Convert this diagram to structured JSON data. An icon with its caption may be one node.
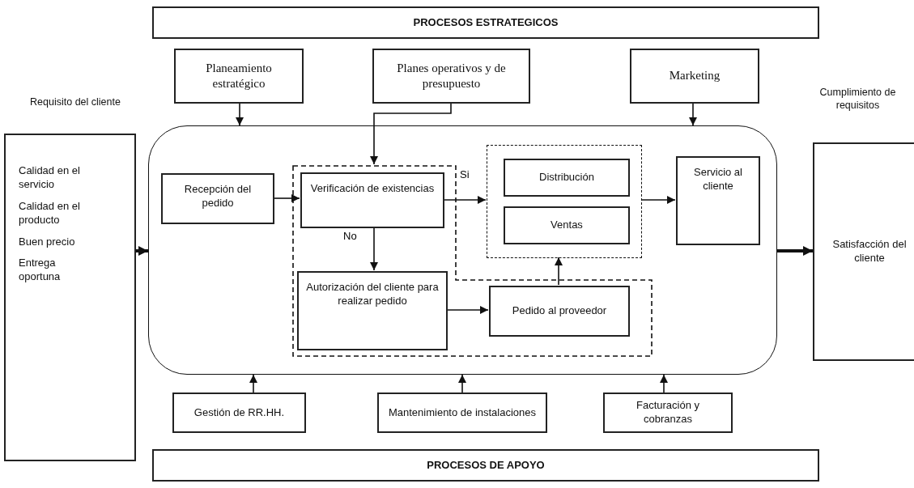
{
  "diagram": {
    "nodes": [
      {
        "text": [
          "PROCESOS ESTRATEGICOS"
        ]
      },
      {
        "text": [
          "Planeamiento estratégico"
        ]
      },
      {
        "text": [
          "Planes operativos y de presupuesto"
        ]
      },
      {
        "text": [
          "Marketing"
        ]
      },
      {
        "text": [
          "Calidad en el servicio",
          "Calidad en el producto",
          "Buen precio",
          "Entrega oportuna"
        ]
      },
      {
        "text": [],
        "shape": "box"
      },
      {
        "text": [
          "Recepción del pedido"
        ],
        "in": 5
      },
      {
        "text": [],
        "shape": "box",
        "in": 5
      },
      {
        "text": [
          "Verificación de existencias"
        ],
        "in": 7
      },
      {
        "text": [
          "Autorización del cliente para realizar pedido"
        ],
        "in": 7
      },
      {
        "text": [
          "Pedido al proveedor"
        ],
        "in": 7
      },
      {
        "text": [],
        "shape": "box",
        "in": 5
      },
      {
        "text": [
          "Distribución"
        ],
        "in": 11
      },
      {
        "text": [
          "Ventas"
        ],
        "in": 11
      },
      {
        "text": [
          "Servicio al cliente"
        ],
        "in": 5
      },
      {
        "text": [
          "Satisfacción del cliente"
        ]
      },
      {
        "text": [
          "Gestión de RR.HH."
        ]
      },
      {
        "text": [
          "Mantenimiento de instalaciones"
        ]
      },
      {
        "text": [
          "Facturación y cobranzas"
        ]
      },
      {
        "text": [
          "PROCESOS DE APOYO"
        ]
      }
    ],
    "edges": [
      {
        "from": 1,
        "to": 5,
        "arrow": "to"
      },
      {
        "from": 2,
        "to": 7,
        "arrow": "to"
      },
      {
        "from": 3,
        "to": 5,
        "arrow": "to"
      },
      {
        "from": 4,
        "to": 5,
        "arrow": "to",
        "style": "thick"
      },
      {
        "from": 6,
        "to": 8,
        "arrow": "to"
      },
      {
        "from": 8,
        "to": 11,
        "arrow": "to",
        "label": "Si"
      },
      {
        "from": 8,
        "to": 9,
        "arrow": "to",
        "label": "No"
      },
      {
        "from": 9,
        "to": 10,
        "arrow": "to"
      },
      {
        "from": 10,
        "to": 11,
        "arrow": "to"
      },
      {
        "from": 11,
        "to": 14,
        "arrow": "to"
      },
      {
        "from": 5,
        "to": 15,
        "arrow": "to",
        "style": "thick"
      },
      {
        "from": 16,
        "to": 5,
        "arrow": "to"
      },
      {
        "from": 17,
        "to": 5,
        "arrow": "to"
      },
      {
        "from": 18,
        "to": 5,
        "arrow": "to"
      }
    ],
    "labels": [
      "Requisito del cliente",
      "Cumplimiento de requisitos"
    ]
  }
}
